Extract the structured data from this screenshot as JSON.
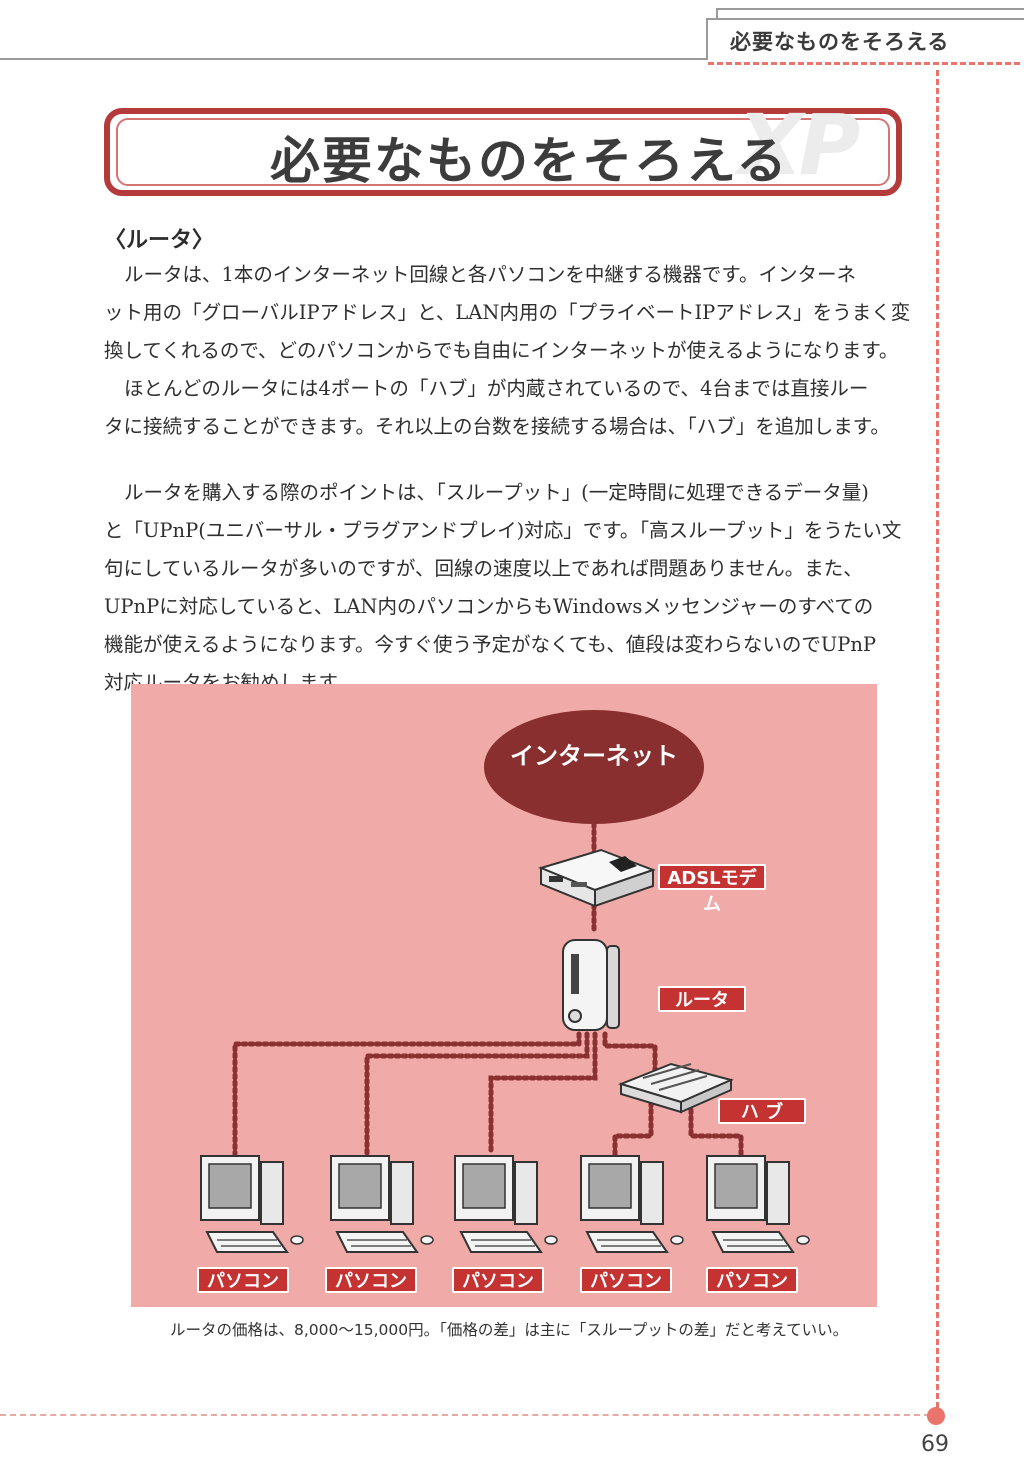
{
  "header": {
    "section_title": "必要なものをそろえる"
  },
  "title": {
    "text": "必要なものをそろえる",
    "decoration": "XP"
  },
  "section": {
    "heading": "〈ルータ〉",
    "lines": [
      "ルータは、1本のインターネット回線と各パソコンを中継する機器です。インターネ",
      "ット用の「グローバルIPアドレス」と、LAN内用の「プライベートIPアドレス」をうまく変",
      "換してくれるので、どのパソコンからでも自由にインターネットが使えるようになります。",
      "ほとんどのルータには4ポートの「ハブ」が内蔵されているので、4台までは直接ルー",
      "タに接続することができます。それ以上の台数を接続する場合は、「ハブ」を追加します。",
      "ルータを購入する際のポイントは、「スループット」(一定時間に処理できるデータ量)",
      "と「UPnP(ユニバーサル・プラグアンドプレイ)対応」です。「高スループット」をうたい文",
      "句にしているルータが多いのですが、回線の速度以上であれば問題ありません。また、",
      "UPnPに対応していると、LAN内のパソコンからもWindowsメッセンジャーのすべての",
      "機能が使えるようになります。今すぐ使う予定がなくても、値段は変わらないのでUPnP",
      "対応ルータをお勧めします。"
    ]
  },
  "diagram": {
    "internet_label": "インターネット",
    "modem_label": "ADSLモデム",
    "router_label": "ルータ",
    "hub_label": "ハ ブ",
    "pc_labels": [
      "パソコン",
      "パソコン",
      "パソコン",
      "パソコン",
      "パソコン"
    ],
    "caption": "ルータの価格は、8,000〜15,000円。「価格の差」は主に「スループットの差」だと考えていい。"
  },
  "page_number": "69",
  "colors": {
    "accent": "#b53a3a",
    "diagram_bg": "#f0aaa8",
    "cloud": "#8a2f2f",
    "label_bg": "#c43232",
    "dash": "#e8746c"
  }
}
